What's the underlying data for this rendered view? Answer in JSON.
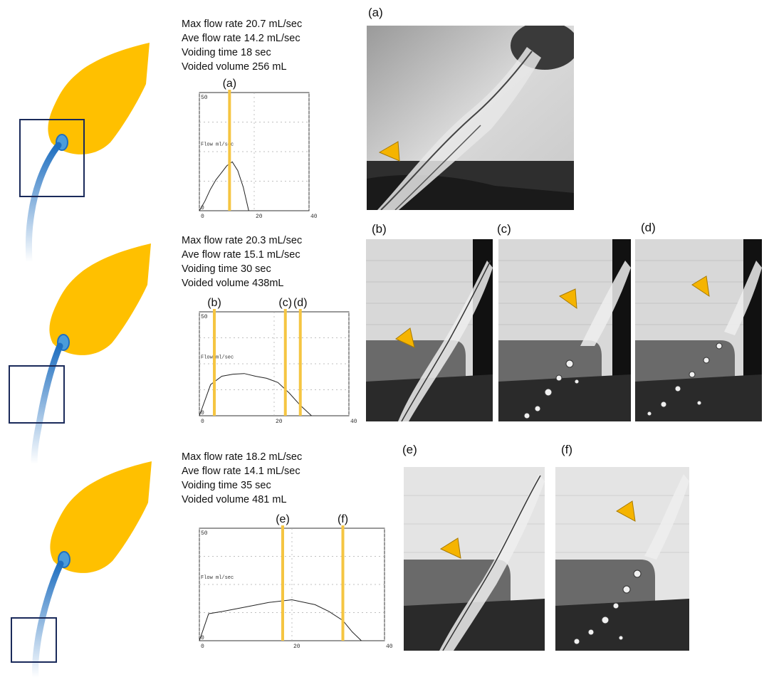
{
  "rows": [
    {
      "stats": [
        "Max flow rate 20.7 mL/sec",
        "Ave flow rate 14.2 mL/sec",
        "Voiding time 18 sec",
        "Voided volume 256 mL"
      ],
      "chart_markers": [
        "(a)"
      ],
      "chart_data": {
        "type": "line",
        "title": "",
        "xlabel": "",
        "ylabel": "Flow ml/sec",
        "y_ticks": [
          "0",
          "50"
        ],
        "x_ticks": [
          "0",
          "20",
          "40"
        ],
        "xlim": [
          0,
          40
        ],
        "ylim": [
          0,
          50
        ],
        "series": [
          {
            "x": [
              0,
              2,
              4,
              6,
              8,
              10,
              12,
              14,
              16,
              18
            ],
            "values": [
              0,
              4,
              9,
              13,
              16,
              19,
              20.7,
              17,
              10,
              0
            ]
          }
        ],
        "markers": [
          {
            "label": "(a)",
            "x": 11
          }
        ]
      }
    },
    {
      "stats": [
        "Max flow rate 20.3 mL/sec",
        "Ave flow rate 15.1 mL/sec",
        "Voiding time 30 sec",
        "Voided volume 438mL"
      ],
      "chart_markers": [
        "(b)",
        "(c)",
        "(d)"
      ],
      "chart_data": {
        "type": "line",
        "title": "",
        "xlabel": "",
        "ylabel": "Flow ml/sec",
        "y_ticks": [
          "0",
          "50"
        ],
        "x_ticks": [
          "0",
          "20",
          "40"
        ],
        "xlim": [
          0,
          40
        ],
        "ylim": [
          0,
          50
        ],
        "series": [
          {
            "x": [
              0,
              3,
              6,
              9,
              12,
              15,
              18,
              21,
              24,
              27,
              30
            ],
            "values": [
              0,
              15,
              19,
              20,
              20.3,
              19,
              18,
              16,
              11,
              5,
              0
            ]
          }
        ],
        "markers": [
          {
            "label": "(b)",
            "x": 4
          },
          {
            "label": "(c)",
            "x": 23
          },
          {
            "label": "(d)",
            "x": 27
          }
        ]
      }
    },
    {
      "stats": [
        "Max flow rate 18.2 mL/sec",
        "Ave flow rate 14.1 mL/sec",
        "Voiding time 35 sec",
        "Voided volume 481 mL"
      ],
      "chart_markers": [
        "(e)",
        "(f)"
      ],
      "chart_data": {
        "type": "line",
        "title": "",
        "xlabel": "",
        "ylabel": "Flow ml/sec",
        "y_ticks": [
          "0",
          "50"
        ],
        "x_ticks": [
          "0",
          "20",
          "40"
        ],
        "xlim": [
          0,
          40
        ],
        "ylim": [
          0,
          50
        ],
        "series": [
          {
            "x": [
              0,
              2,
              5,
              10,
              15,
              20,
              25,
              28,
              31,
              33,
              35
            ],
            "values": [
              0,
              12,
              13,
              15,
              17,
              18.2,
              16,
              13,
              9,
              4,
              0
            ]
          }
        ],
        "markers": [
          {
            "label": "(e)",
            "x": 18
          },
          {
            "label": "(f)",
            "x": 31
          }
        ]
      }
    }
  ],
  "photo_labels": [
    "(a)",
    "(b)",
    "(c)",
    "(d)",
    "(e)",
    "(f)"
  ],
  "colors": {
    "glans": "#FFC000",
    "stream": "#1F6FC0",
    "box": "#1A2A5A",
    "marker": "#F5C542",
    "arrow": "#F5B400"
  }
}
